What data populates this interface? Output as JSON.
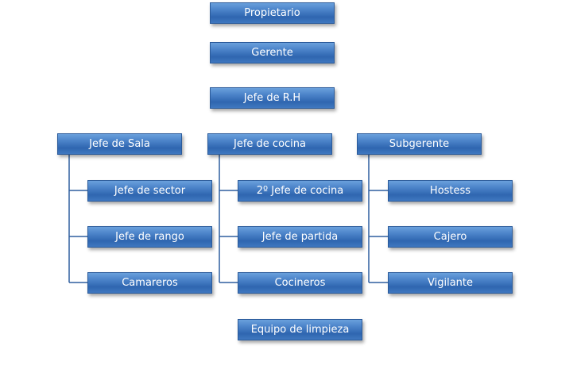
{
  "org_chart": {
    "top_chain": [
      "Propietario",
      "Gerente",
      "Jefe de R.H"
    ],
    "departments": [
      {
        "label": "Jefe de Sala",
        "children": [
          "Jefe de sector",
          "Jefe de rango",
          "Camareros"
        ]
      },
      {
        "label": "Jefe de cocina",
        "children": [
          "2º Jefe de cocina",
          "Jefe de partida",
          "Cocineros"
        ]
      },
      {
        "label": "Subgerente",
        "children": [
          "Hostess",
          "Cajero",
          "Vigilante"
        ]
      }
    ],
    "bottom": "Equipo de limpieza"
  },
  "colors": {
    "box_fill_top": "#6aa0dc",
    "box_fill_bottom": "#2f66b0",
    "box_border": "#2a5a9a",
    "connector": "#2f5f9f",
    "text": "#ffffff"
  }
}
